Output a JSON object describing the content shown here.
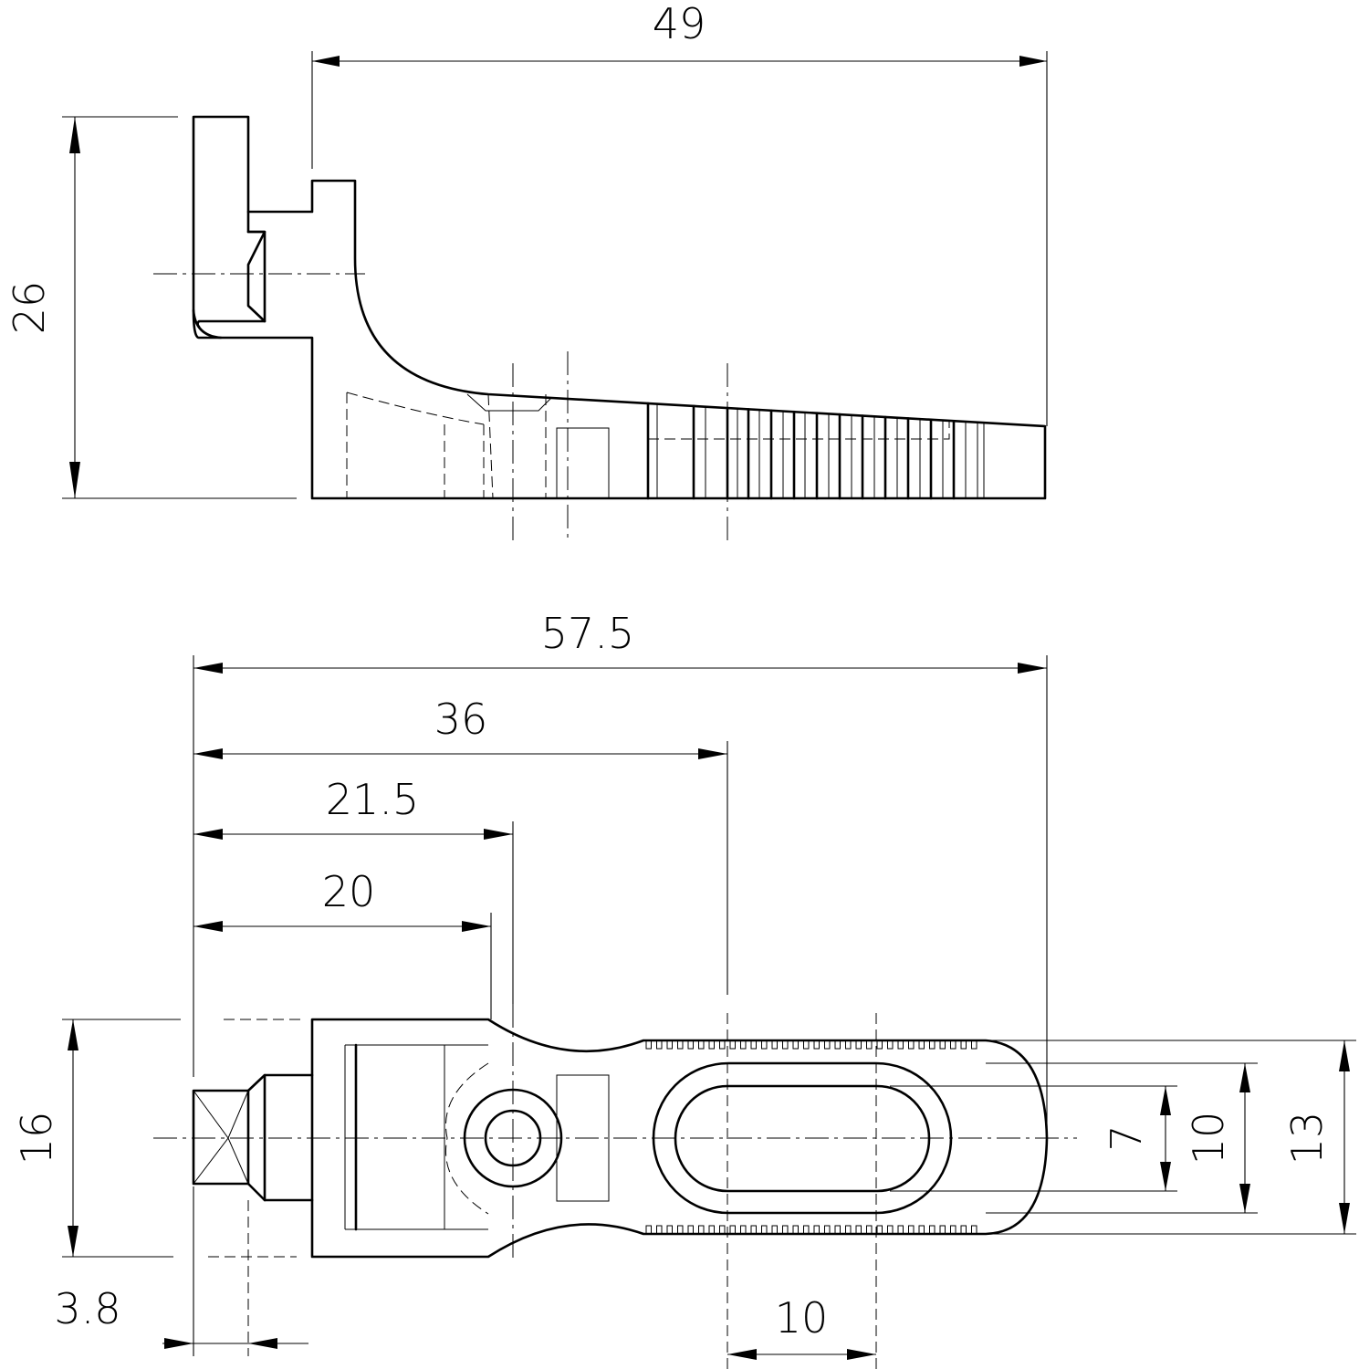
{
  "dimensions": {
    "top_length": "49",
    "top_height": "26",
    "overall_length": "57.5",
    "length_36": "36",
    "length_21_5": "21.5",
    "length_20": "20",
    "width_16": "16",
    "width_13": "13",
    "width_10": "10",
    "width_7": "7",
    "slot_10": "10",
    "tab_3_8": "3.8"
  }
}
